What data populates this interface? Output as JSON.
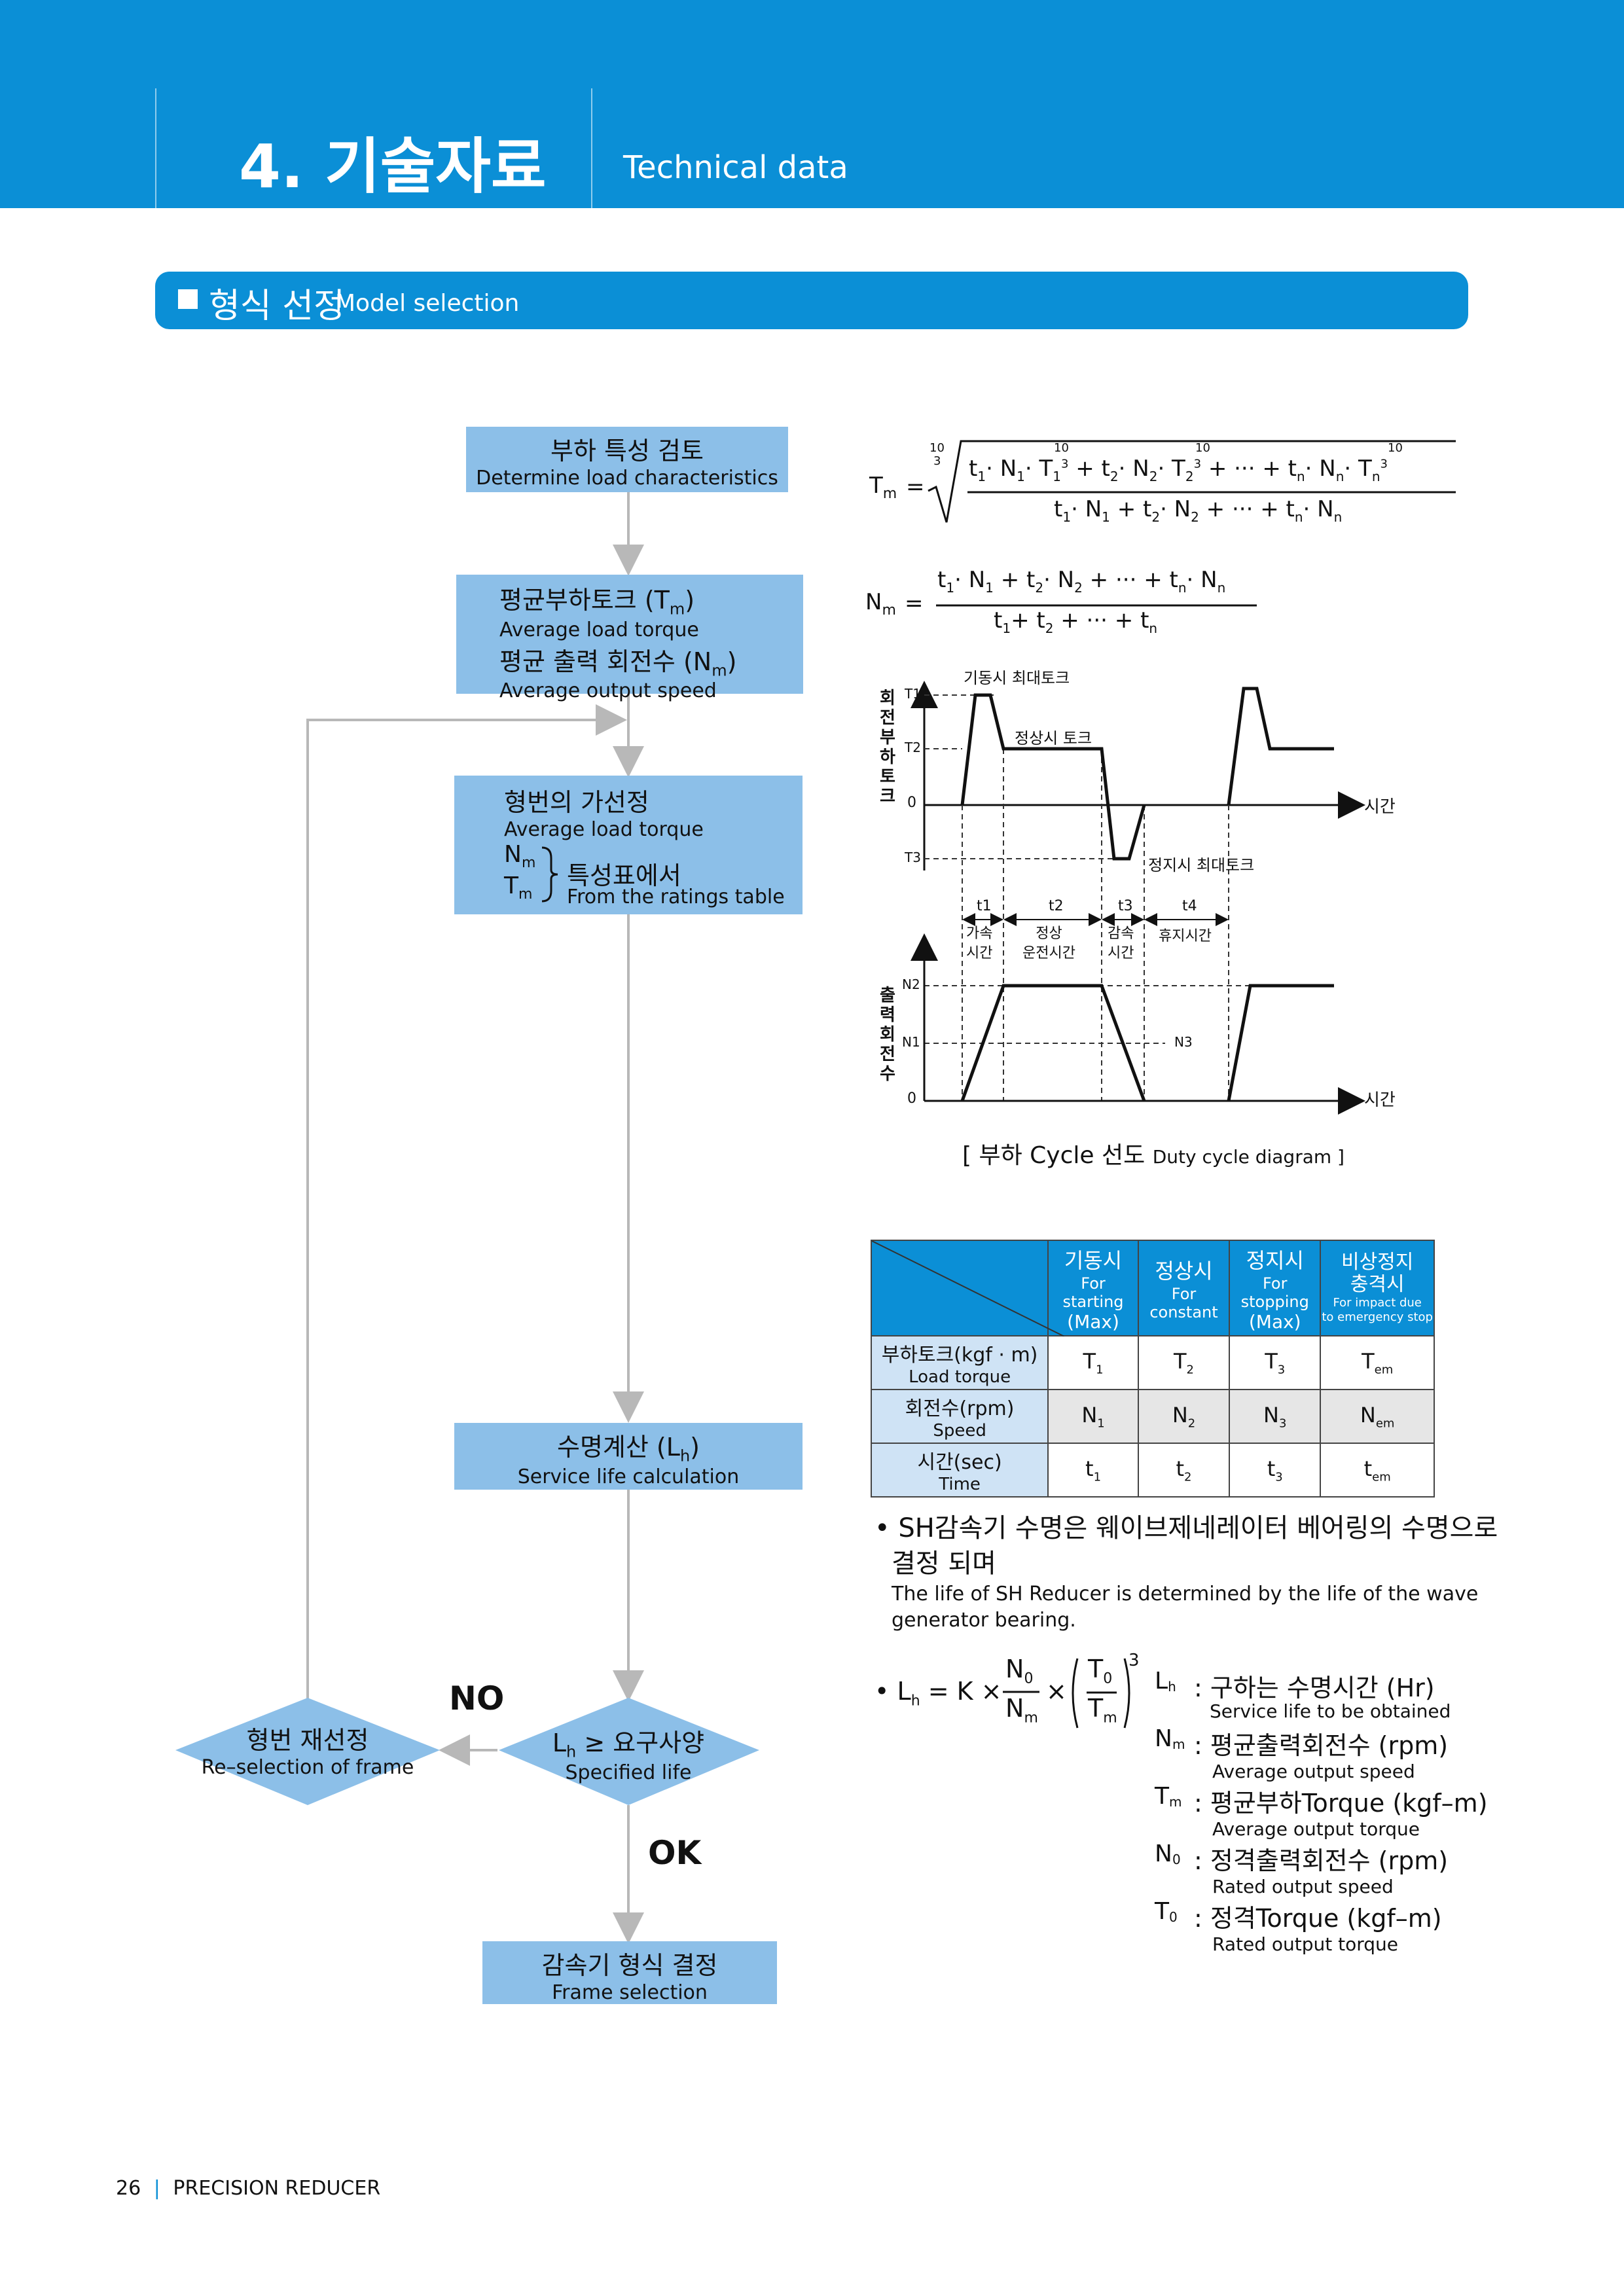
{
  "header": {
    "chapter_title": "4. 기술자료",
    "chapter_subtitle": "Technical data"
  },
  "section": {
    "title_ko": "형식 선정",
    "title_en": "Model selection"
  },
  "flow": {
    "box1": {
      "ko": "부하 특성 검토",
      "en": "Determine load characteristics"
    },
    "box2": {
      "ko1": "평균부하토크 (T",
      "sub1": "m",
      "ko1_end": ")",
      "en1": "Average load torque",
      "ko2": "평균 출력 회전수 (N",
      "sub2": "m",
      "ko2_end": ")",
      "en2": "Average output speed"
    },
    "box3": {
      "ko": "형번의 가선정",
      "en": "Average load torque",
      "nm": "N",
      "tm": "T",
      "sub": "m",
      "from_ko": "특성표에서",
      "from_en": "From the ratings table"
    },
    "box4": {
      "ko": "수명계산 (L",
      "sub": "h",
      "ko_end": ")",
      "en": "Service life calculation"
    },
    "diamond_left": {
      "ko": "형번 재선정",
      "en": "Re–selection of frame"
    },
    "diamond_center": {
      "ko": "L",
      "sub": "h",
      "ko_end": " ≥ 요구사양",
      "en": "Specified life"
    },
    "no_label": "NO",
    "ok_label": "OK",
    "box5": {
      "ko": "감속기 형식 결정",
      "en": "Frame selection"
    }
  },
  "formulas": {
    "tm_lhs": "T",
    "tm_sub": "m",
    "equals": "=",
    "root_index_top": "10",
    "root_index_bottom": "3",
    "tm_numerator": [
      "t",
      "1",
      "· N",
      "1",
      "· T",
      "1",
      "+ t",
      "2",
      "· N",
      "2",
      "· T",
      "2",
      "+ ··· + t",
      "n",
      "· N",
      "n",
      "· T",
      "n"
    ],
    "tm_exp": "10",
    "tm_exp_b": "3",
    "tm_denominator": [
      "t",
      "1",
      "· N",
      "1",
      "+ t",
      "2",
      "· N",
      "2",
      "+ ··· + t",
      "n",
      "· N",
      "n"
    ],
    "nm_lhs": "N",
    "nm_sub": "m",
    "nm_numerator": [
      "t",
      "1",
      "· N",
      "1",
      "+ t",
      "2",
      "· N",
      "2",
      "+ ··· + t",
      "n",
      "· N",
      "n"
    ],
    "nm_denominator": [
      "t",
      "1",
      "+ t",
      "2",
      "+ ··· + t",
      "n"
    ]
  },
  "duty_diagram": {
    "torque_axis_label": "회전부하토크",
    "speed_axis_label": "출력회전수",
    "time_label": "시간",
    "start_max_label": "기동시 최대토크",
    "constant_label": "정상시 토크",
    "stop_max_label": "정지시 최대토크",
    "t1_level": "T1",
    "t2_level": "T2",
    "t3_level": "T3",
    "zero": "0",
    "n2_level": "N2",
    "n1_level": "N1",
    "n3_level": "N3",
    "periods": [
      "t1",
      "t2",
      "t3",
      "t4"
    ],
    "period_desc": [
      "가속\n시간",
      "정상\n운전시간",
      "감속\n시간",
      "휴지시간"
    ],
    "caption_ko": "[ 부하 Cycle 선도",
    "caption_en": "Duty cycle diagram ]"
  },
  "table": {
    "col_headers": [
      {
        "ko": "기동시",
        "en": "For starting",
        "sub": "(Max)"
      },
      {
        "ko": "정상시",
        "en": "For constant",
        "sub": ""
      },
      {
        "ko": "정지시",
        "en": "For stopping",
        "sub": "(Max)"
      },
      {
        "ko": "비상정지\n충격시",
        "en": "For impact due\nto emergency stop",
        "sub": ""
      }
    ],
    "rows": [
      {
        "ko": "부하토크(kgf · m)",
        "en": "Load torque",
        "sym": "T",
        "subs": [
          "1",
          "2",
          "3",
          "em"
        ]
      },
      {
        "ko": "회전수(rpm)",
        "en": "Speed",
        "sym": "N",
        "subs": [
          "1",
          "2",
          "3",
          "em"
        ]
      },
      {
        "ko": "시간(sec)",
        "en": "Time",
        "sym": "t",
        "subs": [
          "1",
          "2",
          "3",
          "em"
        ]
      }
    ]
  },
  "notes": {
    "bullet": "•",
    "life_ko_1": "SH감속기 수명은 웨이브제네레이터 베어링의 수명으로",
    "life_ko_2": "결정 되며",
    "life_en_1": "The life of SH Reducer is determined by the life of the wave",
    "life_en_2": "generator bearing."
  },
  "life_formula": {
    "lhs": "L",
    "lhs_sub": "h",
    "rhs": "= K ×",
    "n0": "N",
    "n0_sub": "0",
    "nm": "N",
    "nm_sub": "m",
    "times": "×",
    "t0": "T",
    "t0_sub": "0",
    "tm": "T",
    "tm_sub": "m",
    "exp": "3"
  },
  "legend": [
    {
      "sym": "L",
      "sub": "h",
      "ko": ": 구하는 수명시간 (Hr)",
      "en": "Service life to be obtained"
    },
    {
      "sym": "N",
      "sub": "m",
      "ko": ": 평균출력회전수 (rpm)",
      "en": "Average output speed"
    },
    {
      "sym": "T",
      "sub": "m",
      "ko": ": 평균부하Torque (kgf–m)",
      "en": "Average output torque"
    },
    {
      "sym": "N",
      "sub": "0",
      "ko": ": 정격출력회전수 (rpm)",
      "en": "Rated output speed"
    },
    {
      "sym": "T",
      "sub": "0",
      "ko": ": 정격Torque (kgf–m)",
      "en": "Rated output torque"
    }
  ],
  "footer": {
    "page": "26",
    "sep": "|",
    "title": "PRECISION REDUCER"
  },
  "colors": {
    "brand_blue": "#0b8fd6",
    "box_blue": "#8cbfe8",
    "row_header_blue": "#cfe3f5"
  }
}
